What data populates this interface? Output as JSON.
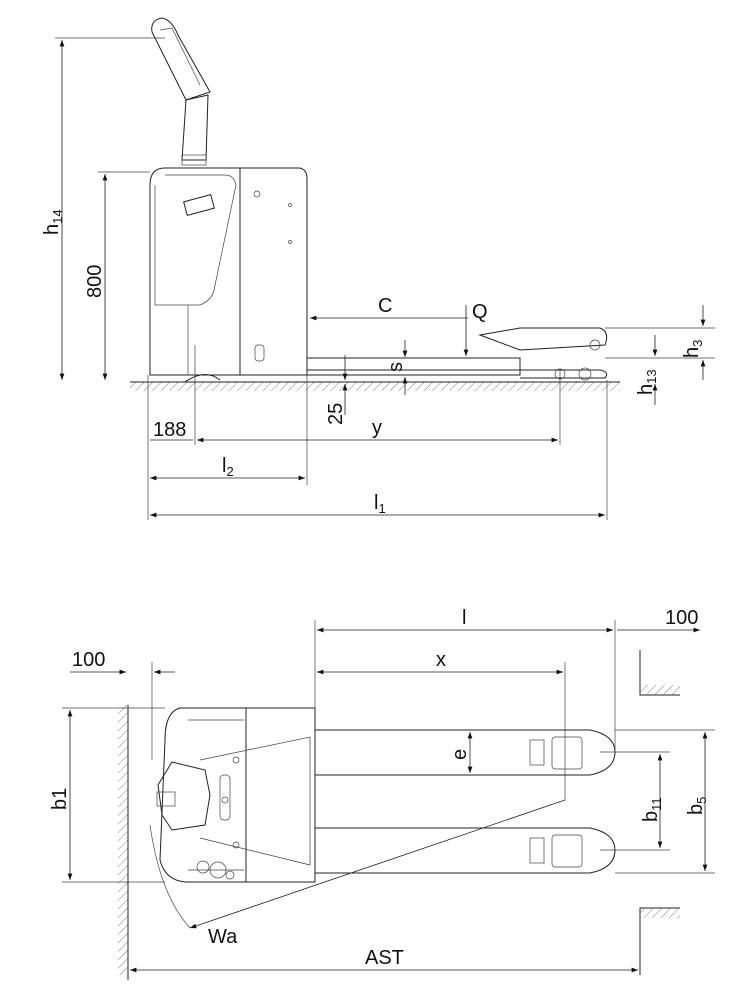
{
  "side_view": {
    "h14": {
      "main": "h",
      "sub": "14"
    },
    "height_800": "800",
    "C": "C",
    "Q": "Q",
    "s": "s",
    "h3": {
      "main": "h",
      "sub": "3"
    },
    "h13": {
      "main": "h",
      "sub": "13"
    },
    "ground_25": "25",
    "dim_188": "188",
    "y": "y",
    "l2": {
      "main": "l",
      "sub": "2"
    },
    "l1": {
      "main": "l",
      "sub": "1"
    }
  },
  "top_view": {
    "l": "l",
    "clearance_right": "100",
    "x": "x",
    "clearance_left": "100",
    "e": "e",
    "b1": "b1",
    "b11": {
      "main": "b",
      "sub": "11"
    },
    "b5": {
      "main": "b",
      "sub": "5"
    },
    "Wa": "Wa",
    "AST": "AST"
  }
}
